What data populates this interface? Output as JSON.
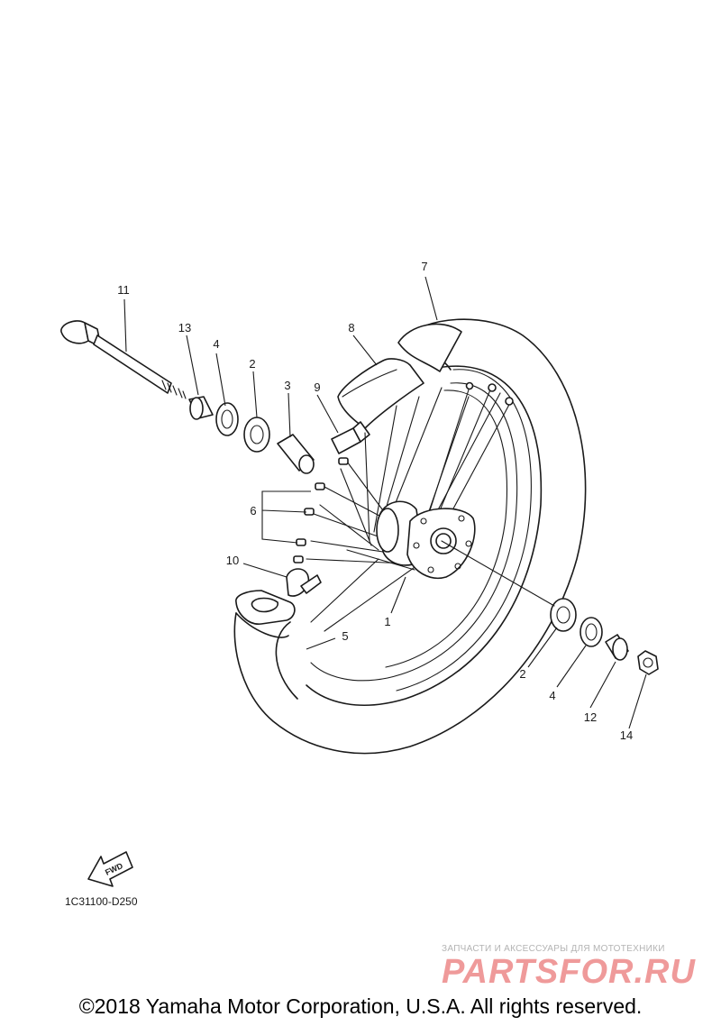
{
  "diagram": {
    "callouts": {
      "c1": "1",
      "c2a": "2",
      "c2b": "2",
      "c3": "3",
      "c4a": "4",
      "c4b": "4",
      "c5": "5",
      "c6": "6",
      "c7": "7",
      "c8": "8",
      "c9": "9",
      "c10": "10",
      "c11": "11",
      "c12": "12",
      "c13": "13",
      "c14": "14"
    },
    "fwd_label": "FWD",
    "drawing_code": "1C31100-D250"
  },
  "watermark": {
    "tagline": "ЗАПЧАСТИ И АКСЕССУАРЫ ДЛЯ МОТОТЕХНИКИ",
    "logo": "PARTSFOR.RU"
  },
  "footer": {
    "copyright": "©2018 Yamaha Motor Corporation, U.S.A. All rights reserved."
  }
}
